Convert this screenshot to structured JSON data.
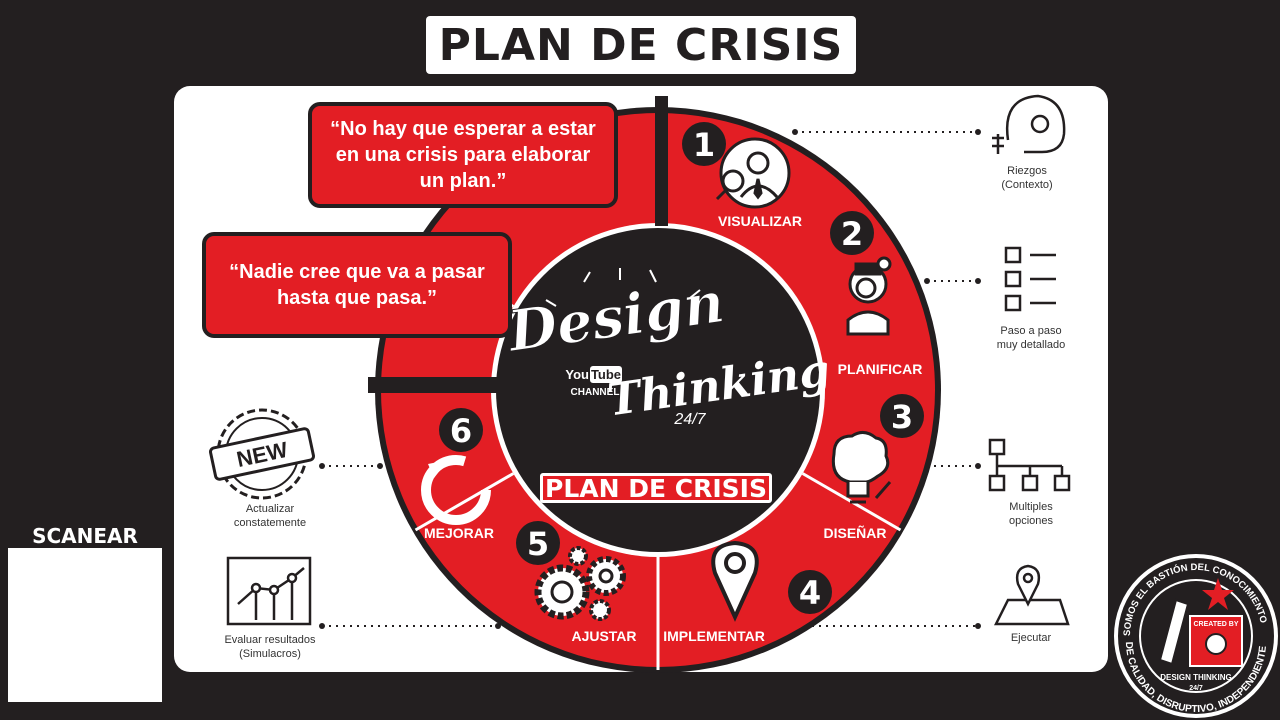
{
  "title": "PLAN DE CRISIS",
  "quotes": [
    "“No hay que esperar a estar en una crisis para elaborar un plan.”",
    "“Nadie cree que va a pasar hasta que pasa.”"
  ],
  "steps": [
    {
      "number": "1",
      "label": "VISUALIZAR",
      "icon": "magnifier-person-icon"
    },
    {
      "number": "2",
      "label": "PLANIFICAR",
      "icon": "thinking-person-icon"
    },
    {
      "number": "3",
      "label": "DISEÑAR",
      "icon": "brain-bulb-icon"
    },
    {
      "number": "4",
      "label": "IMPLEMENTAR",
      "icon": "location-pin-icon"
    },
    {
      "number": "5",
      "label": "AJUSTAR",
      "icon": "gears-icon"
    },
    {
      "number": "6",
      "label": "MEJORAR",
      "icon": "refresh-arrow-icon"
    }
  ],
  "side_items": {
    "riesgos": "Riezgos\n(Contexto)",
    "paso": "Paso a paso\nmuy detallado",
    "multiples": "Multiples\nopciones",
    "ejecutar": "Ejecutar",
    "actualizar": "Actualizar\nconstatemente",
    "evaluar": "Evaluar resultados\n(Simulacros)"
  },
  "new_badge": "NEW",
  "logo": {
    "design": "Design",
    "thinking": "Thinking",
    "number": "24/7",
    "youtube_you": "You",
    "youtube_tube": "Tube",
    "channel": "CHANNEL"
  },
  "center_badge": "PLAN DE CRISIS",
  "scan_label": "SCANEAR",
  "seal": {
    "top_text": "SOMOS EL BASTIÓN DEL CONOCIMIENTO",
    "bottom_text": "DE CALIDAD, DISRUPTIVO, INDEPENDIENTE",
    "created_by": "CREATED BY",
    "name": "DESIGN THINKING",
    "number": "24/7"
  },
  "colors": {
    "accent": "#e31e24",
    "dark": "#231f20",
    "white": "#ffffff"
  }
}
